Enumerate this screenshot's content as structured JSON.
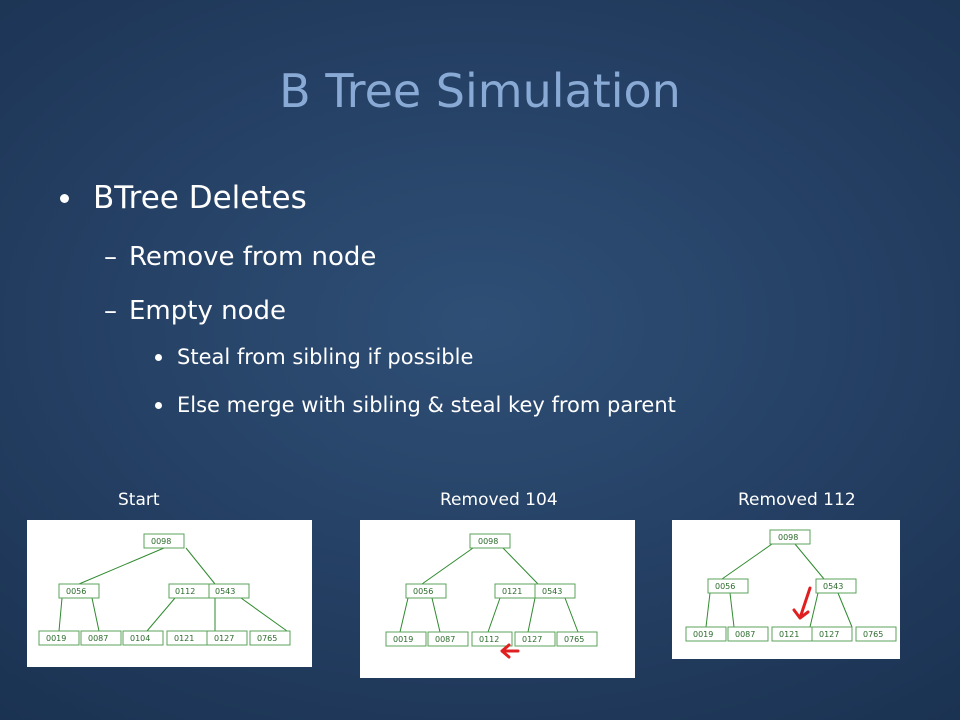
{
  "slide": {
    "title": "B Tree Simulation"
  },
  "bullets": {
    "level1": "BTree Deletes",
    "dash": "–",
    "level2": [
      "Remove from node",
      "Empty node"
    ],
    "level3": [
      "Steal from sibling if possible",
      "Else merge with sibling & steal key from parent"
    ]
  },
  "captions": {
    "start": "Start",
    "removed_104": "Removed 104",
    "removed_112": "Removed 112"
  },
  "trees": {
    "start": {
      "root": "0098",
      "left_internal": "0056",
      "right_internal": [
        "0112",
        "0543"
      ],
      "leaves": [
        [
          "0019"
        ],
        [
          "0087"
        ],
        [
          "0104"
        ],
        [
          "0121",
          "0127"
        ],
        [
          "0765"
        ]
      ]
    },
    "removed_104": {
      "root": "0098",
      "left_internal": "0056",
      "right_internal": [
        "0121",
        "0543"
      ],
      "leaves": [
        [
          "0019"
        ],
        [
          "0087"
        ],
        [
          "0112"
        ],
        [
          "0127"
        ],
        [
          "0765"
        ]
      ]
    },
    "removed_112": {
      "root": "0098",
      "left_internal": "0056",
      "right_internal": [
        "0543"
      ],
      "leaves": [
        [
          "0019"
        ],
        [
          "0087"
        ],
        [
          "0121",
          "0127"
        ],
        [
          "0765"
        ]
      ]
    }
  },
  "colors": {
    "title": "#8aaad6",
    "node_border": "#5aa35a",
    "node_text": "#2b6b2b",
    "arrow": "#e02020"
  },
  "icons": {
    "arrow_removed_104": "red-left-arrow-icon",
    "arrow_removed_112": "red-down-arrow-icon"
  }
}
